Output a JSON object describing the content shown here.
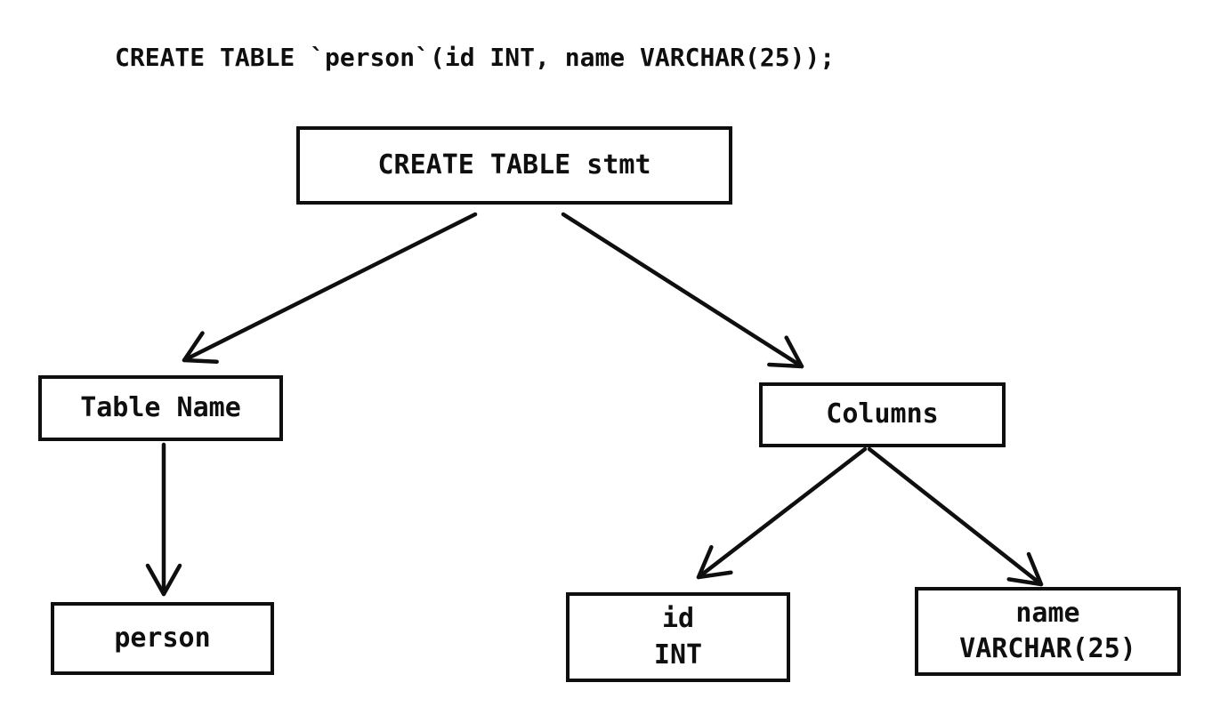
{
  "colors": {
    "background": "#ffffff",
    "ink": "#0f0f0f"
  },
  "sql_statement": "CREATE TABLE `person`(id INT, name VARCHAR(25));",
  "nodes": {
    "root": {
      "label": "CREATE TABLE stmt"
    },
    "table_name": {
      "label": "Table Name"
    },
    "columns": {
      "label": "Columns"
    },
    "person": {
      "label": "person"
    },
    "col_id": {
      "label": "id\nINT"
    },
    "col_name": {
      "label": "name\nVARCHAR(25)"
    }
  },
  "edges": [
    {
      "from": "root",
      "to": "table_name"
    },
    {
      "from": "root",
      "to": "columns"
    },
    {
      "from": "table_name",
      "to": "person"
    },
    {
      "from": "columns",
      "to": "col_id"
    },
    {
      "from": "columns",
      "to": "col_name"
    }
  ]
}
